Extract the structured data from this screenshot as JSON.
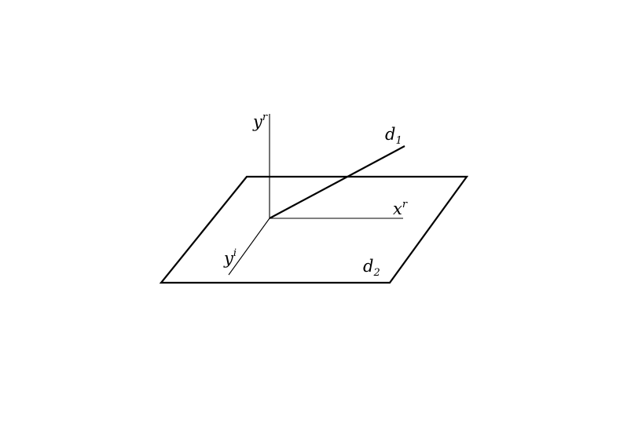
{
  "labels": {
    "y_real": {
      "base": "y",
      "sup": "r"
    },
    "x_real": {
      "base": "x",
      "sup": "r"
    },
    "y_imag": {
      "base": "y",
      "sup": "i"
    },
    "d1": {
      "base": "d",
      "sub": "1"
    },
    "d2": {
      "base": "d",
      "sub": "2"
    }
  },
  "colors": {
    "stroke": "#000000",
    "background": "#ffffff"
  }
}
